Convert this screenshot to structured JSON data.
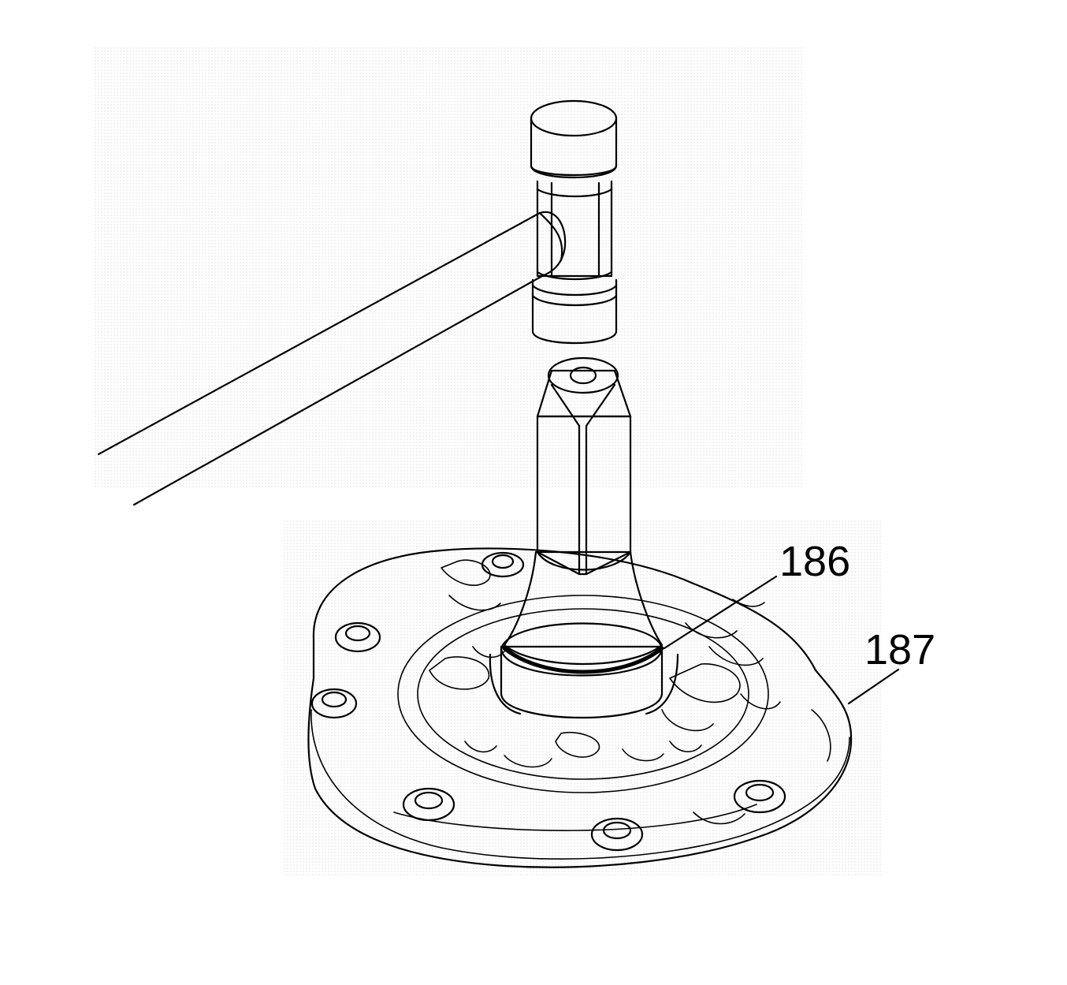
{
  "figure": {
    "callouts": [
      {
        "id": "callout-186",
        "label": "186",
        "refers_to": "installer-tool"
      },
      {
        "id": "callout-187",
        "label": "187",
        "refers_to": "base-plate"
      }
    ]
  },
  "colors": {
    "line": "#000000",
    "stipple": "#bdbdbd",
    "tool_fill": "#d0d0d0",
    "background": "#ffffff"
  }
}
